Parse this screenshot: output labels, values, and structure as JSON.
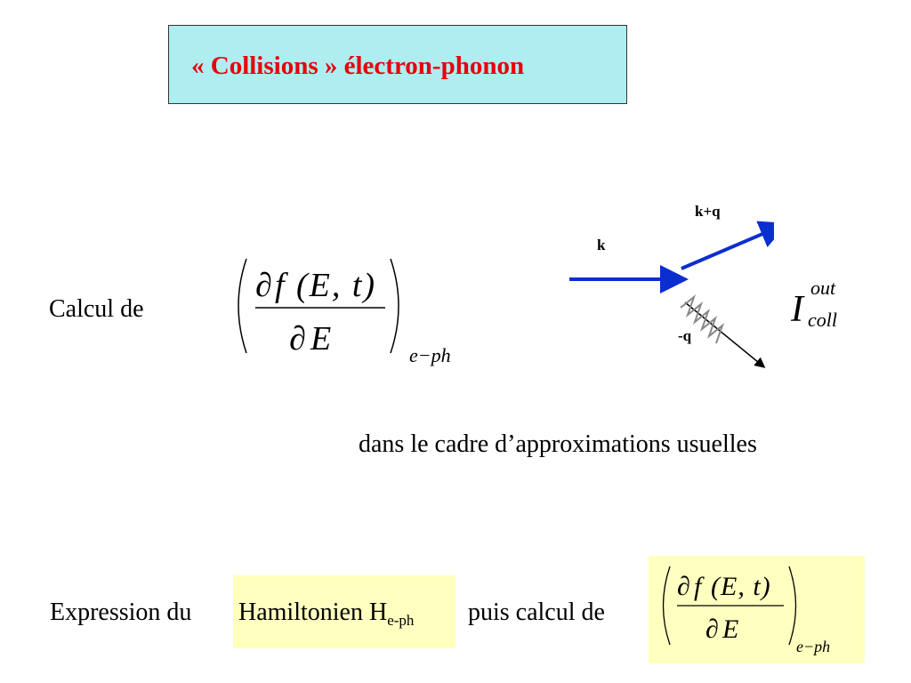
{
  "title": {
    "open_quote": "«",
    "word": "Collisions",
    "close_quote": "»",
    "rest": "électron-phonon",
    "color": "#e8000b"
  },
  "calc": {
    "label": "Calcul de"
  },
  "formula": {
    "numerator_func": "f",
    "numerator_args": "(E, t)",
    "denominator": "E",
    "subscript": "e−ph"
  },
  "diagram": {
    "k_label": "k",
    "kq_label": "k+q",
    "mq_label": "-q",
    "arrow_color": "#0a2ed0"
  },
  "collision_integral": {
    "base": "I",
    "superscript": "out",
    "subscript": "coll"
  },
  "approx_text": "dans le cadre d’approximations usuelles",
  "expression": {
    "prefix": "Expression du",
    "hamiltonian_label": "Hamiltonien H",
    "hamiltonian_sub": "e-ph",
    "suffix": "puis calcul de"
  }
}
